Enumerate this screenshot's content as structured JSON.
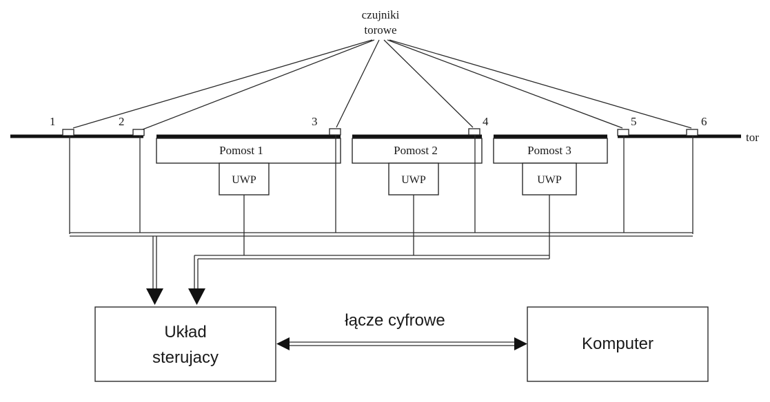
{
  "sensors_label_line1": "czujniki",
  "sensors_label_line2": "torowe",
  "track_label": "tor",
  "sensor_numbers": [
    "1",
    "2",
    "3",
    "4",
    "5",
    "6"
  ],
  "platforms": [
    "Pomost 1",
    "Pomost 2",
    "Pomost 3"
  ],
  "uwp_label": "UWP",
  "control_unit_line1": "Układ",
  "control_unit_line2": "sterujacy",
  "digital_link_label": "łącze cyfrowe",
  "computer_label": "Komputer"
}
